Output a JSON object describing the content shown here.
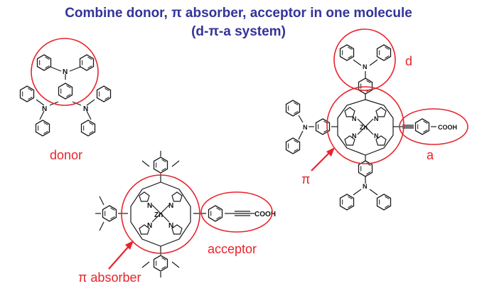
{
  "title": {
    "line1": "Combine  donor,  π absorber, acceptor  in one molecule",
    "line2": "(d-π-a  system)"
  },
  "labels": {
    "donor": "donor",
    "pi_absorber": "π absorber",
    "acceptor": "acceptor",
    "d": "d",
    "a": "a",
    "pi": "π"
  },
  "atoms": {
    "n": "N",
    "zn": "Zn",
    "cooh": "COOH"
  },
  "colors": {
    "title": "#333399",
    "annotation": "#e8242b",
    "structure": "#1a1a1a"
  }
}
